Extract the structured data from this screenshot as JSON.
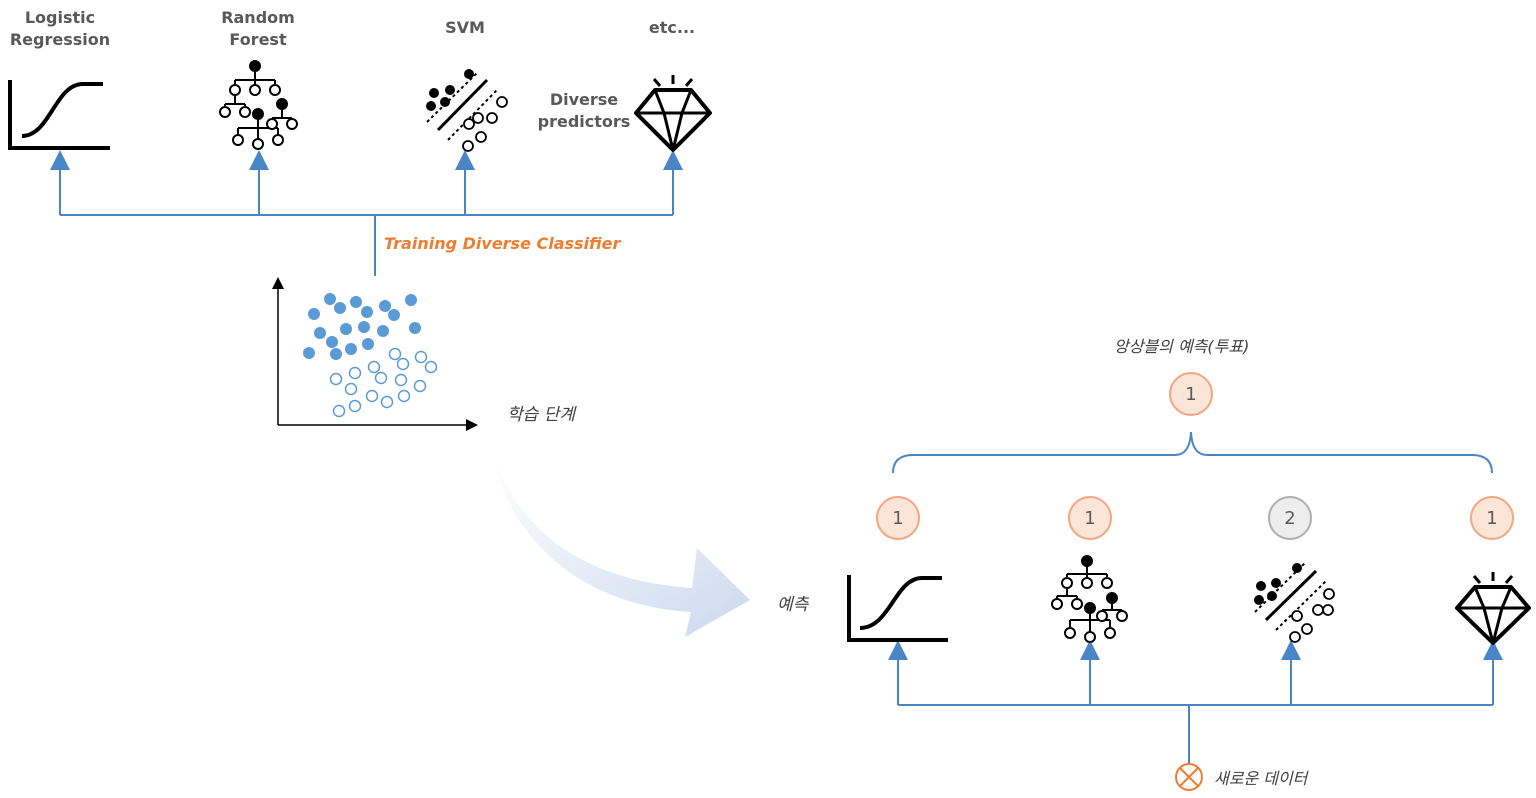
{
  "training": {
    "models": [
      {
        "label": "Logistic\nRegression"
      },
      {
        "label": "Random\nForest"
      },
      {
        "label": "SVM"
      },
      {
        "label": "etc..."
      }
    ],
    "diverse_label": "Diverse\npredictors",
    "training_label": "Training Diverse Classifier",
    "stage_label": "학습 단계"
  },
  "prediction": {
    "ensemble_label": "앙상블의 예측(투표)",
    "ensemble_vote": "1",
    "model_votes": [
      "1",
      "1",
      "2",
      "1"
    ],
    "predict_label": "예측",
    "new_data_label": "새로운 데이터"
  },
  "colors": {
    "line": "#4A86C5",
    "accent": "#ED7D31",
    "dot_fill": "#5B9BD5",
    "arrow": "#D4DEEE"
  }
}
